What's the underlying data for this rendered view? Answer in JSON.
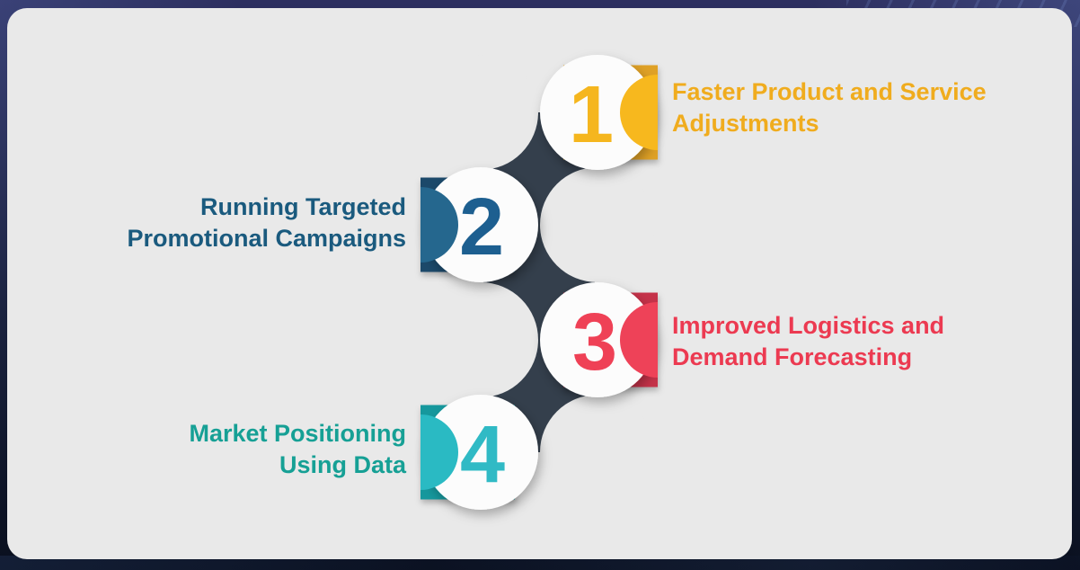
{
  "panel_color": "#e9e9e9",
  "connector_color": "#343f4c",
  "circle_fill": "#fcfcfc",
  "items": [
    {
      "number": "1",
      "lines": [
        "Faster Product and Service",
        "Adjustments"
      ],
      "text_color": "#f0ac1e",
      "square_color": "#dfa126",
      "highlight_color": "#f7b81e",
      "number_color": "#f5b61e",
      "side": "right"
    },
    {
      "number": "2",
      "lines": [
        "Running Targeted",
        "Promotional Campaigns"
      ],
      "text_color": "#1a5a7e",
      "square_color": "#1a4a6b",
      "highlight_color": "#25678e",
      "number_color": "#1d5f90",
      "side": "left"
    },
    {
      "number": "3",
      "lines": [
        "Improved Logistics and",
        "Demand Forecasting"
      ],
      "text_color": "#ec3a51",
      "square_color": "#c53048",
      "highlight_color": "#ee4258",
      "number_color": "#ef4156",
      "side": "right"
    },
    {
      "number": "4",
      "lines": [
        "Market Positioning",
        "Using Data"
      ],
      "text_color": "#16a095",
      "square_color": "#14989d",
      "highlight_color": "#2abac3",
      "number_color": "#30bac5",
      "side": "left"
    }
  ]
}
